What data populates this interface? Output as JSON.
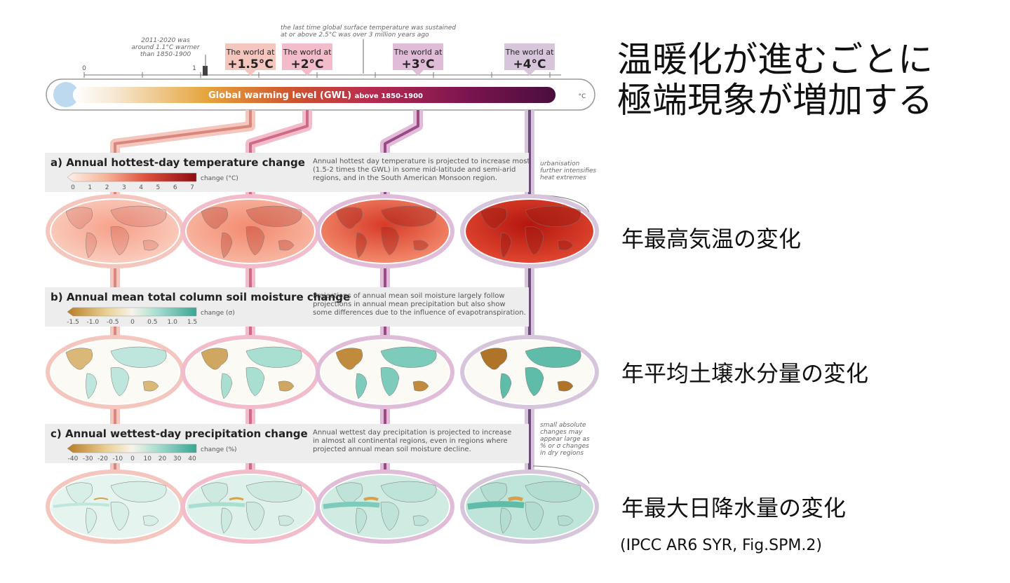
{
  "slide": {
    "title_line1": "温暖化が進むごとに",
    "title_line2": "極端現象が増加する",
    "labels": [
      "年最高気温の変化",
      "年平均土壌水分量の変化",
      "年最大日降水量の変化"
    ],
    "citation": "(IPCC AR6 SYR, Fig.SPM.2)"
  },
  "figure": {
    "scale": {
      "ticks": [
        "0",
        "1"
      ],
      "note_2011": [
        "2011-2020 was",
        "around 1.1°C warmer",
        "than 1850-1900"
      ],
      "note_3m": [
        "the last time global surface temperature was sustained",
        "at or above 2.5°C was over 3 million years ago"
      ],
      "bar_title": "Global warming level (GWL)",
      "bar_subtitle": "above 1850-1900",
      "unit": "°C"
    },
    "levels": [
      {
        "label": "The world at",
        "value": "+1.5°C",
        "color": "#d9877c",
        "fill": "#f4c6bd"
      },
      {
        "label": "The world at",
        "value": "+2°C",
        "color": "#d06a86",
        "fill": "#f2bccb"
      },
      {
        "label": "The world at",
        "value": "+3°C",
        "color": "#9a4a86",
        "fill": "#e0bcd8"
      },
      {
        "label": "The world at",
        "value": "+4°C",
        "color": "#6d4a7a",
        "fill": "#d7c5dc"
      }
    ],
    "panels": [
      {
        "title": "a) Annual hottest-day temperature change",
        "description": [
          "Annual hottest day temperature is projected to increase most",
          "(1.5-2 times the GWL) in some mid-latitude and semi-arid",
          "regions, and in the South American Monsoon region."
        ],
        "legend_unit": "change (°C)",
        "ticks": [
          "0",
          "1",
          "2",
          "3",
          "4",
          "5",
          "6",
          "7"
        ],
        "side_note": [
          "urbanisation",
          "further intensifies",
          "heat extremes"
        ]
      },
      {
        "title": "b) Annual mean total column soil moisture change",
        "description": [
          "Projections of annual mean soil moisture largely follow",
          "projections in annual mean precipitation but also show",
          "some differences due to the influence of evapotranspiration."
        ],
        "legend_unit": "change (σ)",
        "ticks": [
          "-1.5",
          "-1.0",
          "-0.5",
          "0",
          "0.5",
          "1.0",
          "1.5"
        ],
        "side_note": []
      },
      {
        "title": "c) Annual wettest-day precipitation change",
        "description": [
          "Annual wettest day precipitation is projected to increase",
          "in almost all continental regions, even in regions where",
          "projected annual mean soil moisture decline."
        ],
        "legend_unit": "change (%)",
        "ticks": [
          "-40",
          "-30",
          "-20",
          "-10",
          "0",
          "10",
          "20",
          "30",
          "40"
        ],
        "side_note": [
          "small absolute",
          "changes may",
          "appear large as",
          "% or σ changes",
          "in dry regions"
        ]
      }
    ]
  }
}
